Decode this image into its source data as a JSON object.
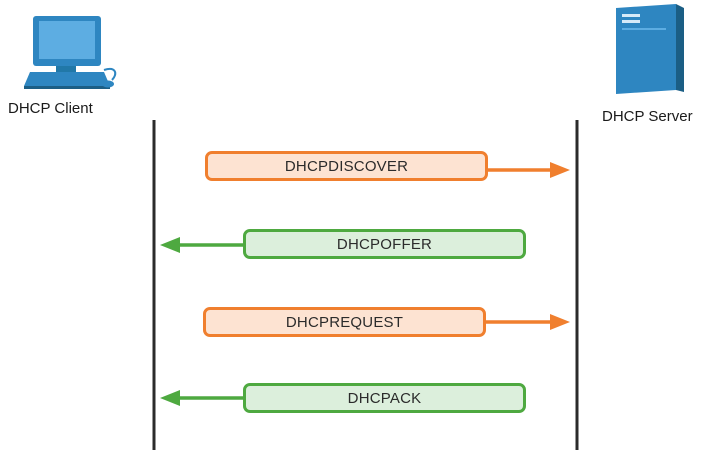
{
  "client": {
    "label": "DHCP Client",
    "icon": "desktop-computer-icon",
    "icon_color": "#2e86c1"
  },
  "server": {
    "label": "DHCP Server",
    "icon": "server-tower-icon",
    "icon_color": "#2e86c1"
  },
  "colors": {
    "client_to_server_fill": "#fde3d2",
    "client_to_server_stroke": "#f07f2e",
    "server_to_client_fill": "#dcefdc",
    "server_to_client_stroke": "#4ea940",
    "lifeline": "#2b2b2b"
  },
  "messages": [
    {
      "label": "DHCPDISCOVER",
      "direction": "client-to-server"
    },
    {
      "label": "DHCPOFFER",
      "direction": "server-to-client"
    },
    {
      "label": "DHCPREQUEST",
      "direction": "client-to-server"
    },
    {
      "label": "DHCPACK",
      "direction": "server-to-client"
    }
  ]
}
